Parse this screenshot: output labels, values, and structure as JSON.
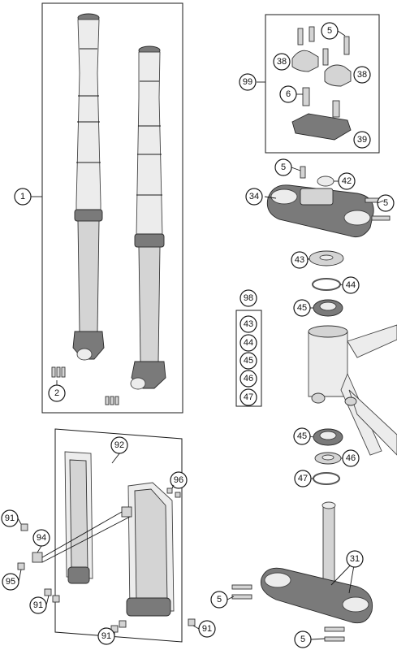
{
  "callouts": {
    "c1": "1",
    "c2": "2",
    "c5a": "5",
    "c38a": "38",
    "c38b": "38",
    "c99": "99",
    "c6": "6",
    "c39": "39",
    "c5b": "5",
    "c42": "42",
    "c34": "34",
    "c5c": "5",
    "c43a": "43",
    "c44a": "44",
    "c45a": "45",
    "c98": "98",
    "c43b": "43",
    "c44b": "44",
    "c45b": "45",
    "c46b": "46",
    "c47b": "47",
    "c45c": "45",
    "c46c": "46",
    "c47c": "47",
    "c92": "92",
    "c96": "96",
    "c91a": "91",
    "c94": "94",
    "c95": "95",
    "c91b": "91",
    "c91c": "91",
    "c91d": "91",
    "c31": "31",
    "c5d": "5",
    "c5e": "5"
  },
  "colors": {
    "line": "#1a1a1a",
    "part_fill": "#d4d4d4",
    "part_dark": "#7a7a7a",
    "background": "#ffffff"
  }
}
